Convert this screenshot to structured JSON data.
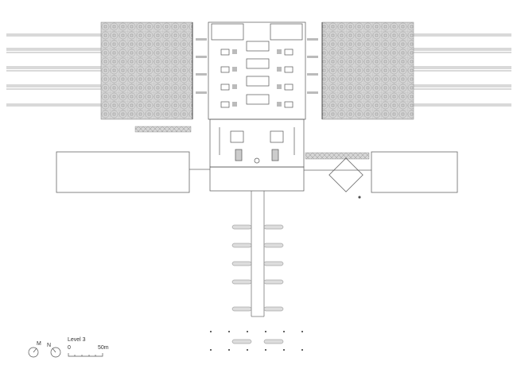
{
  "plan": {
    "level_label": "Level 3",
    "scale_start": "0",
    "scale_end": "50m",
    "compass_m": "M",
    "compass_n": "N"
  },
  "colors": {
    "line": "#555555",
    "hatch": "#cfcfcf",
    "background": "#ffffff"
  }
}
